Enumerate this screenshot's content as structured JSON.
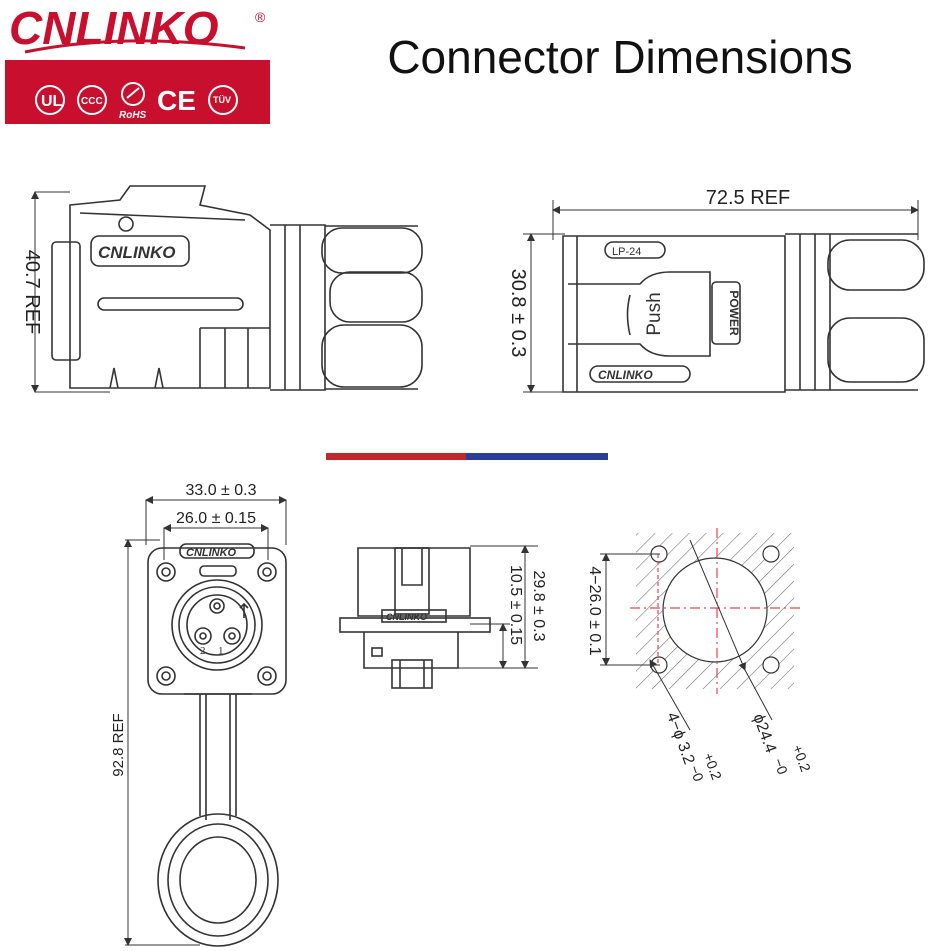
{
  "brand": {
    "name": "CNLINKO",
    "registered_mark": "®",
    "certifications": [
      "UL",
      "CCC",
      "RoHS",
      "CE",
      "TÜV"
    ]
  },
  "title": "Connector Dimensions",
  "views": {
    "side_plug": {
      "brand_label": "CNLINKO",
      "height_dim": "40.7 REF"
    },
    "top_plug": {
      "width_dim": "72.5 REF",
      "height_dim": "30.8 ± 0.3",
      "model_label": "LP-24",
      "push_label": "Push",
      "power_label": "POWER",
      "brand_label": "CNLINKO"
    },
    "front_socket": {
      "outer_width_dim": "33.0 ± 0.3",
      "hole_pitch_dim": "26.0 ± 0.15",
      "length_dim": "92.8 REF",
      "brand_label": "CNLINKO",
      "pin_labels": [
        "2",
        "1"
      ]
    },
    "side_socket": {
      "total_height_dim": "29.8 ± 0.3",
      "panel_height_dim": "10.5 ± 0.15",
      "brand_label": "CNLINKO"
    },
    "panel_cutout": {
      "hole_pitch_dim": "4−26.0 ± 0.1",
      "hole_dia_dim": "4−ϕ 3.2",
      "hole_tol_upper": "+0.2",
      "hole_tol_lower": "−0",
      "cutout_dia_dim": "ϕ24.4",
      "cutout_tol_upper": "+0.2",
      "cutout_tol_lower": "−0"
    }
  },
  "colors": {
    "brand_red": "#c8102e",
    "divider_red": "#c0282d",
    "divider_blue": "#2b3d96",
    "centerline_red": "#e8434a",
    "line": "#333333"
  }
}
